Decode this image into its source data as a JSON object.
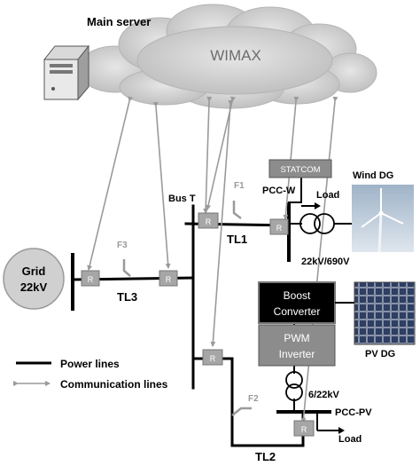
{
  "labels": {
    "main_server": "Main server",
    "wimax": "WIMAX",
    "grid": "Grid",
    "grid_voltage": "22kV",
    "bus_t": "Bus T",
    "f1": "F1",
    "f2": "F2",
    "f3": "F3",
    "pcc_w": "PCC-W",
    "load_top": "Load",
    "load_bottom": "Load",
    "wind_dg": "Wind DG",
    "statcom": "STATCOM",
    "tl1": "TL1",
    "tl2": "TL2",
    "tl3": "TL3",
    "transformer_wind": "22kV/690V",
    "boost_converter_line1": "Boost",
    "boost_converter_line2": "Converter",
    "pwm_inverter_line1": "PWM",
    "pwm_inverter_line2": "Inverter",
    "transformer_pv": "6/22kV",
    "pcc_pv": "PCC-PV",
    "pv_dg": "PV DG",
    "relay": "R"
  },
  "legend": {
    "power_lines": "Power lines",
    "communication_lines": "Communication lines"
  },
  "colors": {
    "power_line": "#000000",
    "comm_line": "#9a9a9a",
    "relay_fill": "#a6a6a6",
    "statcom_fill": "#8c8c8c",
    "boost_fill": "#000000",
    "pwm_fill": "#8c8c8c",
    "grid_fill": "#d0d0d0",
    "cloud_fill": "#cfcfcf"
  }
}
